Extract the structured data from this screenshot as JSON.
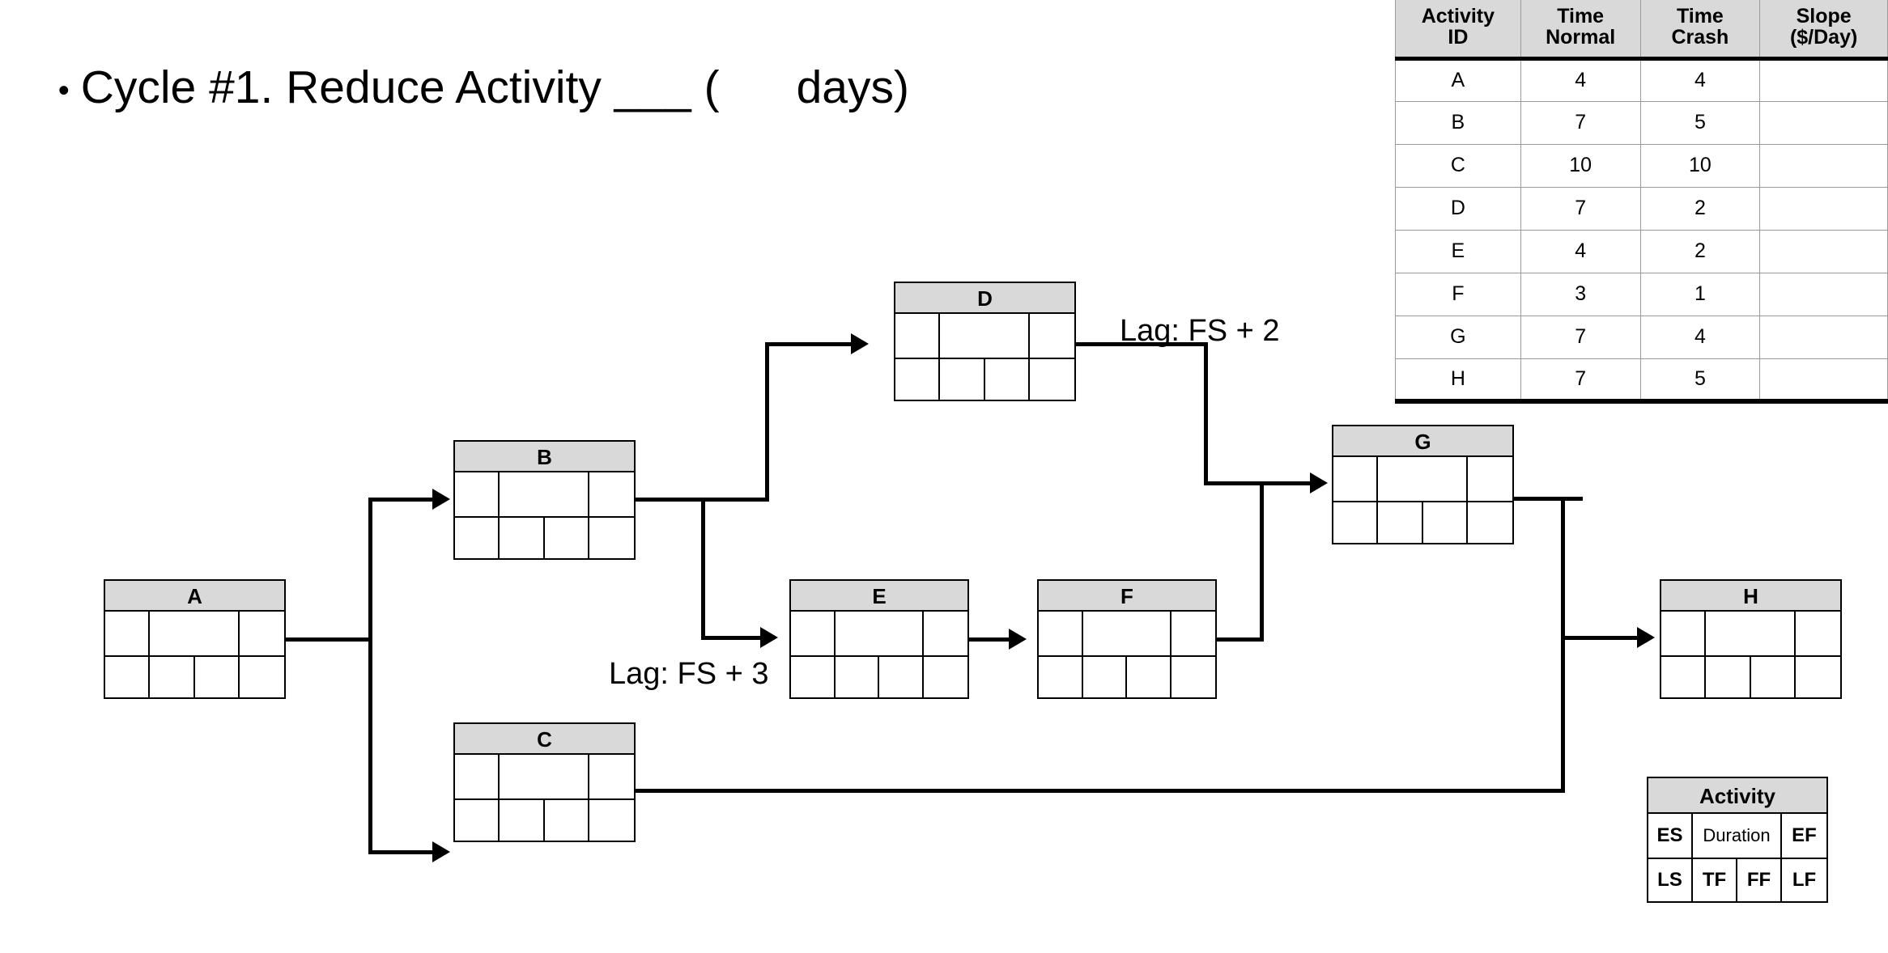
{
  "slide": {
    "title_bullet": "•",
    "title_text": "Cycle #1. Reduce Activity ___ (      days)"
  },
  "network": {
    "node_cells": {
      "es": "",
      "duration": "",
      "ef": "",
      "ls": "",
      "tf": "",
      "ff": "",
      "lf": ""
    },
    "nodes": [
      {
        "id": "A",
        "label": "A"
      },
      {
        "id": "B",
        "label": "B"
      },
      {
        "id": "C",
        "label": "C"
      },
      {
        "id": "D",
        "label": "D"
      },
      {
        "id": "E",
        "label": "E"
      },
      {
        "id": "F",
        "label": "F"
      },
      {
        "id": "G",
        "label": "G"
      },
      {
        "id": "H",
        "label": "H"
      }
    ],
    "lags": [
      {
        "id": "d-g",
        "label": "Lag: FS + 2"
      },
      {
        "id": "b-e",
        "label": "Lag: FS + 3"
      }
    ]
  },
  "crash_table": {
    "headers": [
      "Activity ID",
      "Time Normal",
      "Time Crash",
      "Slope ($/Day)"
    ],
    "headers_lines": [
      [
        "Activity",
        "ID"
      ],
      [
        "Time",
        "Normal"
      ],
      [
        "Time",
        "Crash"
      ],
      [
        "Slope",
        "($/Day)"
      ]
    ],
    "rows": [
      {
        "id": "A",
        "time_normal": "4",
        "time_crash": "4",
        "slope": ""
      },
      {
        "id": "B",
        "time_normal": "7",
        "time_crash": "5",
        "slope": ""
      },
      {
        "id": "C",
        "time_normal": "10",
        "time_crash": "10",
        "slope": ""
      },
      {
        "id": "D",
        "time_normal": "7",
        "time_crash": "2",
        "slope": ""
      },
      {
        "id": "E",
        "time_normal": "4",
        "time_crash": "2",
        "slope": ""
      },
      {
        "id": "F",
        "time_normal": "3",
        "time_crash": "1",
        "slope": ""
      },
      {
        "id": "G",
        "time_normal": "7",
        "time_crash": "4",
        "slope": ""
      },
      {
        "id": "H",
        "time_normal": "7",
        "time_crash": "5",
        "slope": ""
      }
    ]
  },
  "legend": {
    "header": "Activity",
    "es": "ES",
    "duration": "Duration",
    "ef": "EF",
    "ls": "LS",
    "tf": "TF",
    "ff": "FF",
    "lf": "LF"
  },
  "colors": {
    "header_fill": "#d9d9d9",
    "line": "#000000",
    "grid": "#9a9a9a",
    "background": "#ffffff"
  }
}
